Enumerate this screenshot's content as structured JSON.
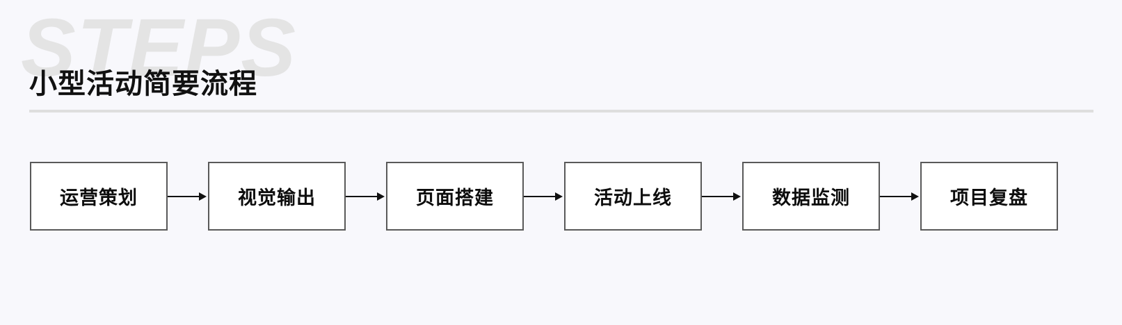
{
  "page": {
    "background_color": "#f8f8fc"
  },
  "header": {
    "watermark_text": "STEPS",
    "watermark_color": "#e4e4e4",
    "title": "小型活动简要流程",
    "title_color": "#111111",
    "divider_color": "#dedede"
  },
  "flow": {
    "orientation": "horizontal",
    "node_border_color": "#595959",
    "node_fill_color": "#ffffff",
    "arrow_color": "#111111",
    "nodes": [
      {
        "label": "运营策划"
      },
      {
        "label": "视觉输出"
      },
      {
        "label": "页面搭建"
      },
      {
        "label": "活动上线"
      },
      {
        "label": "数据监测"
      },
      {
        "label": "项目复盘"
      }
    ]
  }
}
